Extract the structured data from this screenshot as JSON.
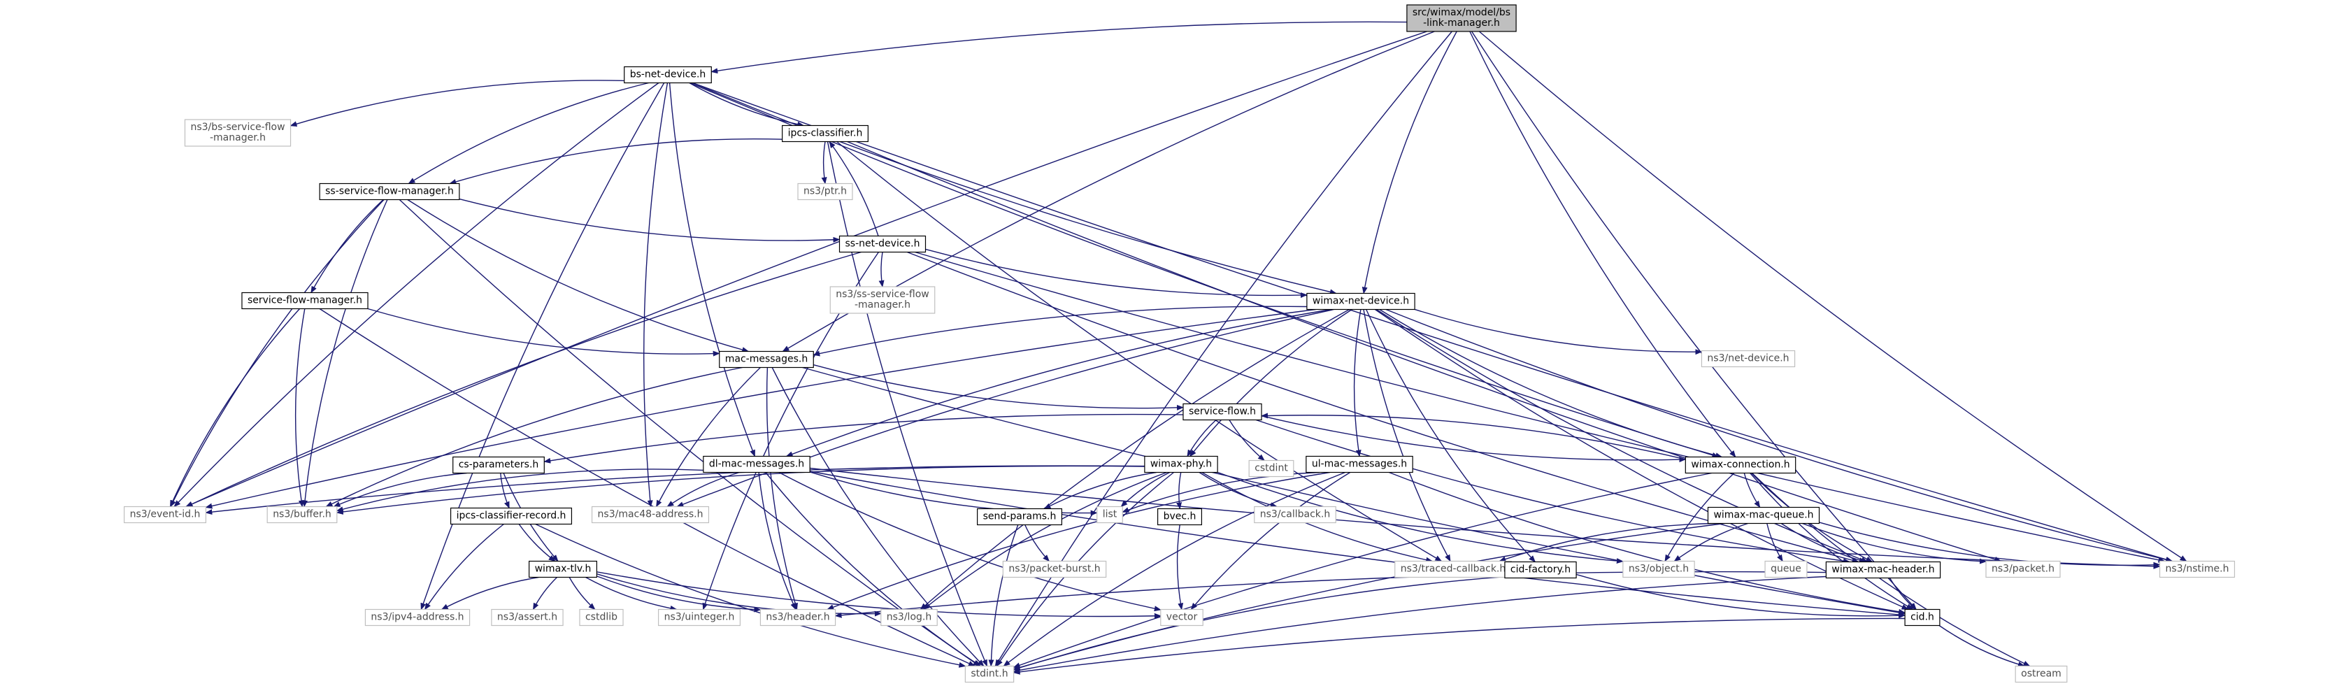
{
  "diagram": {
    "type": "include-dependency-graph",
    "colors": {
      "edge": "#191970",
      "root_fill": "#bfbfbf",
      "node_border": "#000000",
      "external_border": "#bfbfbf",
      "external_text": "#4d4d4d"
    },
    "nodes": [
      {
        "id": "root",
        "lines": [
          "src/wimax/model/bs",
          "-link-manager.h"
        ],
        "kind": "root"
      },
      {
        "id": "bsnet",
        "lines": [
          "bs-net-device.h"
        ],
        "kind": "plain"
      },
      {
        "id": "bssfm",
        "lines": [
          "ns3/bs-service-flow",
          "-manager.h"
        ],
        "kind": "external"
      },
      {
        "id": "ipcs",
        "lines": [
          "ipcs-classifier.h"
        ],
        "kind": "plain"
      },
      {
        "id": "ptr",
        "lines": [
          "ns3/ptr.h"
        ],
        "kind": "external"
      },
      {
        "id": "sssfm",
        "lines": [
          "ss-service-flow-manager.h"
        ],
        "kind": "plain"
      },
      {
        "id": "ssnet",
        "lines": [
          "ss-net-device.h"
        ],
        "kind": "plain"
      },
      {
        "id": "nssssfm",
        "lines": [
          "ns3/ss-service-flow",
          "-manager.h"
        ],
        "kind": "external"
      },
      {
        "id": "sfm",
        "lines": [
          "service-flow-manager.h"
        ],
        "kind": "plain"
      },
      {
        "id": "wnd",
        "lines": [
          "wimax-net-device.h"
        ],
        "kind": "plain"
      },
      {
        "id": "netdev",
        "lines": [
          "ns3/net-device.h"
        ],
        "kind": "external"
      },
      {
        "id": "macmsg",
        "lines": [
          "mac-messages.h"
        ],
        "kind": "plain"
      },
      {
        "id": "sflow",
        "lines": [
          "service-flow.h"
        ],
        "kind": "plain"
      },
      {
        "id": "cstdint",
        "lines": [
          "cstdint"
        ],
        "kind": "external"
      },
      {
        "id": "csparam",
        "lines": [
          "cs-parameters.h"
        ],
        "kind": "plain"
      },
      {
        "id": "dlmac",
        "lines": [
          "dl-mac-messages.h"
        ],
        "kind": "plain"
      },
      {
        "id": "wphy",
        "lines": [
          "wimax-phy.h"
        ],
        "kind": "plain"
      },
      {
        "id": "ulmac",
        "lines": [
          "ul-mac-messages.h"
        ],
        "kind": "plain"
      },
      {
        "id": "wconn",
        "lines": [
          "wimax-connection.h"
        ],
        "kind": "plain"
      },
      {
        "id": "eventid",
        "lines": [
          "ns3/event-id.h"
        ],
        "kind": "external"
      },
      {
        "id": "buffer",
        "lines": [
          "ns3/buffer.h"
        ],
        "kind": "external"
      },
      {
        "id": "ipcsrec",
        "lines": [
          "ipcs-classifier-record.h"
        ],
        "kind": "plain"
      },
      {
        "id": "mac48",
        "lines": [
          "ns3/mac48-address.h"
        ],
        "kind": "external"
      },
      {
        "id": "list",
        "lines": [
          "list"
        ],
        "kind": "external"
      },
      {
        "id": "sendp",
        "lines": [
          "send-params.h"
        ],
        "kind": "plain"
      },
      {
        "id": "bvec",
        "lines": [
          "bvec.h"
        ],
        "kind": "plain"
      },
      {
        "id": "callback",
        "lines": [
          "ns3/callback.h"
        ],
        "kind": "external"
      },
      {
        "id": "wmq",
        "lines": [
          "wimax-mac-queue.h"
        ],
        "kind": "plain"
      },
      {
        "id": "wtlv",
        "lines": [
          "wimax-tlv.h"
        ],
        "kind": "plain"
      },
      {
        "id": "pktburst",
        "lines": [
          "ns3/packet-burst.h"
        ],
        "kind": "external"
      },
      {
        "id": "tcb",
        "lines": [
          "ns3/traced-callback.h"
        ],
        "kind": "external"
      },
      {
        "id": "object",
        "lines": [
          "ns3/object.h"
        ],
        "kind": "external"
      },
      {
        "id": "queue",
        "lines": [
          "queue"
        ],
        "kind": "external"
      },
      {
        "id": "wmh",
        "lines": [
          "wimax-mac-header.h"
        ],
        "kind": "plain"
      },
      {
        "id": "packet",
        "lines": [
          "ns3/packet.h"
        ],
        "kind": "external"
      },
      {
        "id": "nstime",
        "lines": [
          "ns3/nstime.h"
        ],
        "kind": "external"
      },
      {
        "id": "cidf",
        "lines": [
          "cid-factory.h"
        ],
        "kind": "plain"
      },
      {
        "id": "ipv4",
        "lines": [
          "ns3/ipv4-address.h"
        ],
        "kind": "external"
      },
      {
        "id": "assert",
        "lines": [
          "ns3/assert.h"
        ],
        "kind": "external"
      },
      {
        "id": "cstdlib",
        "lines": [
          "cstdlib"
        ],
        "kind": "external"
      },
      {
        "id": "uinteger",
        "lines": [
          "ns3/uinteger.h"
        ],
        "kind": "external"
      },
      {
        "id": "header",
        "lines": [
          "ns3/header.h"
        ],
        "kind": "external"
      },
      {
        "id": "log",
        "lines": [
          "ns3/log.h"
        ],
        "kind": "external"
      },
      {
        "id": "vector",
        "lines": [
          "vector"
        ],
        "kind": "external"
      },
      {
        "id": "cid",
        "lines": [
          "cid.h"
        ],
        "kind": "plain"
      },
      {
        "id": "stdint",
        "lines": [
          "stdint.h"
        ],
        "kind": "external"
      },
      {
        "id": "ostream",
        "lines": [
          "ostream"
        ],
        "kind": "external"
      }
    ],
    "edges": [
      [
        "root",
        "bsnet"
      ],
      [
        "root",
        "macmsg"
      ],
      [
        "root",
        "wnd"
      ],
      [
        "root",
        "wconn"
      ],
      [
        "root",
        "cid"
      ],
      [
        "root",
        "eventid"
      ],
      [
        "root",
        "nstime"
      ],
      [
        "root",
        "stdint"
      ],
      [
        "bsnet",
        "bssfm"
      ],
      [
        "bsnet",
        "ipcs"
      ],
      [
        "bsnet",
        "sssfm"
      ],
      [
        "bsnet",
        "wnd"
      ],
      [
        "bsnet",
        "dlmac"
      ],
      [
        "bsnet",
        "mac48"
      ],
      [
        "bsnet",
        "eventid"
      ],
      [
        "bsnet",
        "ipv4"
      ],
      [
        "bsnet",
        "nstime"
      ],
      [
        "bsnet",
        "wconn"
      ],
      [
        "ipcs",
        "ptr"
      ],
      [
        "ipcs",
        "sssfm"
      ],
      [
        "ipcs",
        "stdint"
      ],
      [
        "ipcs",
        "packet"
      ],
      [
        "ipcs",
        "tcb"
      ],
      [
        "sssfm",
        "ssnet"
      ],
      [
        "sssfm",
        "sfm"
      ],
      [
        "sssfm",
        "macmsg"
      ],
      [
        "sssfm",
        "eventid"
      ],
      [
        "sssfm",
        "buffer"
      ],
      [
        "sssfm",
        "stdint"
      ],
      [
        "ssnet",
        "ipcs"
      ],
      [
        "ssnet",
        "nssssfm"
      ],
      [
        "ssnet",
        "wnd"
      ],
      [
        "ssnet",
        "eventid"
      ],
      [
        "ssnet",
        "uinteger"
      ],
      [
        "ssnet",
        "nstime"
      ],
      [
        "ssnet",
        "wmh"
      ],
      [
        "sfm",
        "macmsg"
      ],
      [
        "sfm",
        "eventid"
      ],
      [
        "sfm",
        "buffer"
      ],
      [
        "sfm",
        "stdint"
      ],
      [
        "wnd",
        "macmsg"
      ],
      [
        "wnd",
        "netdev"
      ],
      [
        "wnd",
        "dlmac"
      ],
      [
        "wnd",
        "wphy"
      ],
      [
        "wnd",
        "ulmac"
      ],
      [
        "wnd",
        "wconn"
      ],
      [
        "wnd",
        "mac48"
      ],
      [
        "wnd",
        "eventid"
      ],
      [
        "wnd",
        "cidf"
      ],
      [
        "wnd",
        "wmh"
      ],
      [
        "wnd",
        "tcb"
      ],
      [
        "wnd",
        "nstime"
      ],
      [
        "wnd",
        "cid"
      ],
      [
        "wnd",
        "log"
      ],
      [
        "macmsg",
        "sflow"
      ],
      [
        "macmsg",
        "buffer"
      ],
      [
        "macmsg",
        "mac48"
      ],
      [
        "macmsg",
        "header"
      ],
      [
        "macmsg",
        "stdint"
      ],
      [
        "macmsg",
        "cid"
      ],
      [
        "sflow",
        "csparam"
      ],
      [
        "sflow",
        "wphy"
      ],
      [
        "sflow",
        "cstdint"
      ],
      [
        "sflow",
        "wconn"
      ],
      [
        "sflow",
        "wmh"
      ],
      [
        "csparam",
        "ipcsrec"
      ],
      [
        "csparam",
        "wtlv"
      ],
      [
        "csparam",
        "buffer"
      ],
      [
        "dlmac",
        "buffer"
      ],
      [
        "dlmac",
        "mac48"
      ],
      [
        "dlmac",
        "list"
      ],
      [
        "dlmac",
        "vector"
      ],
      [
        "dlmac",
        "header"
      ],
      [
        "dlmac",
        "stdint"
      ],
      [
        "dlmac",
        "cid"
      ],
      [
        "dlmac",
        "nstime"
      ],
      [
        "wphy",
        "sendp"
      ],
      [
        "wphy",
        "bvec"
      ],
      [
        "wphy",
        "list"
      ],
      [
        "wphy",
        "callback"
      ],
      [
        "wphy",
        "eventid"
      ],
      [
        "wphy",
        "buffer"
      ],
      [
        "wphy",
        "object"
      ],
      [
        "wphy",
        "tcb"
      ],
      [
        "wphy",
        "log"
      ],
      [
        "wphy",
        "stdint"
      ],
      [
        "ulmac",
        "list"
      ],
      [
        "ulmac",
        "vector"
      ],
      [
        "ulmac",
        "header"
      ],
      [
        "ulmac",
        "stdint"
      ],
      [
        "ulmac",
        "cid"
      ],
      [
        "wconn",
        "sflow"
      ],
      [
        "wconn",
        "wmq"
      ],
      [
        "wconn",
        "wmh"
      ],
      [
        "wconn",
        "object"
      ],
      [
        "wconn",
        "cid"
      ],
      [
        "wconn",
        "stdint"
      ],
      [
        "wconn",
        "ostream"
      ],
      [
        "ipcsrec",
        "wtlv"
      ],
      [
        "ipcsrec",
        "ipv4"
      ],
      [
        "ipcsrec",
        "stdint"
      ],
      [
        "sendp",
        "pktburst"
      ],
      [
        "sendp",
        "stdint"
      ],
      [
        "bvec",
        "vector"
      ],
      [
        "wmq",
        "queue"
      ],
      [
        "wmq",
        "wmh"
      ],
      [
        "wmq",
        "packet"
      ],
      [
        "wmq",
        "object"
      ],
      [
        "wmq",
        "tcb"
      ],
      [
        "wmq",
        "nstime"
      ],
      [
        "wmq",
        "stdint"
      ],
      [
        "wtlv",
        "assert"
      ],
      [
        "wtlv",
        "cstdlib"
      ],
      [
        "wtlv",
        "uinteger"
      ],
      [
        "wtlv",
        "header"
      ],
      [
        "wtlv",
        "ipv4"
      ],
      [
        "wtlv",
        "log"
      ],
      [
        "wtlv",
        "vector"
      ],
      [
        "wmh",
        "header"
      ],
      [
        "wmh",
        "cid"
      ],
      [
        "wmh",
        "stdint"
      ],
      [
        "cidf",
        "cid"
      ],
      [
        "cidf",
        "stdint"
      ],
      [
        "cid",
        "stdint"
      ],
      [
        "cid",
        "ostream"
      ]
    ]
  }
}
